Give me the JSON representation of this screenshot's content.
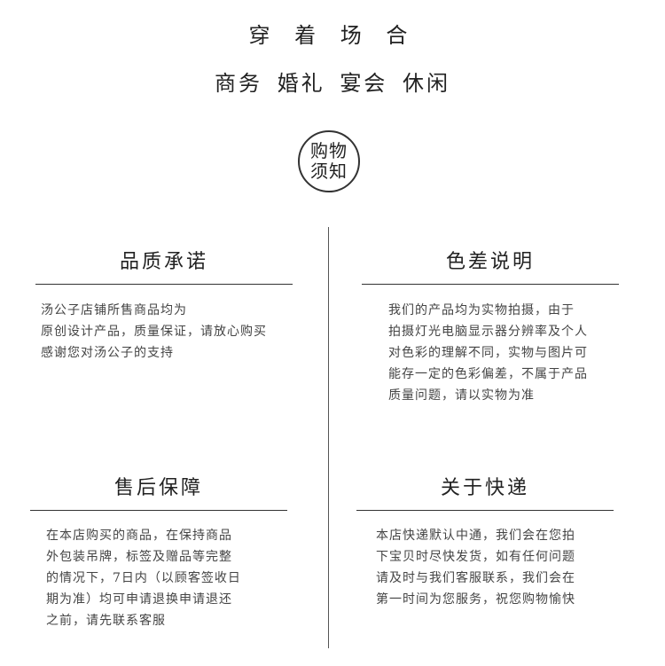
{
  "header": {
    "occasion_title": "穿 着 场 合",
    "occasions": [
      "商务",
      "婚礼",
      "宴会",
      "休闲"
    ]
  },
  "badge": {
    "line1": "购物",
    "line2": "须知"
  },
  "sections": [
    {
      "title": "品质承诺",
      "lines": [
        "汤公子店铺所售商品均为",
        "原创设计产品，质量保证，请放心购买",
        "感谢您对汤公子的支持"
      ]
    },
    {
      "title": "色差说明",
      "lines": [
        "我们的产品均为实物拍摄，由于",
        "拍摄灯光电脑显示器分辨率及个人",
        "对色彩的理解不同，实物与图片可",
        "能存一定的色彩偏差，不属于产品",
        "质量问题，请以实物为准"
      ]
    },
    {
      "title": "售后保障",
      "lines": [
        "在本店购买的商品，在保持商品",
        "外包装吊牌，标签及赠品等完整",
        "的情况下，7日内（以顾客签收日",
        "期为准）均可申请退换申请退还",
        "之前，请先联系客服"
      ]
    },
    {
      "title": "关于快递",
      "lines": [
        "本店快递默认中通，我们会在您拍",
        "下宝贝时尽快发货，如有任何问题",
        "请及时与我们客服联系，我们会在",
        "第一时间为您服务，祝您购物愉快"
      ]
    }
  ]
}
